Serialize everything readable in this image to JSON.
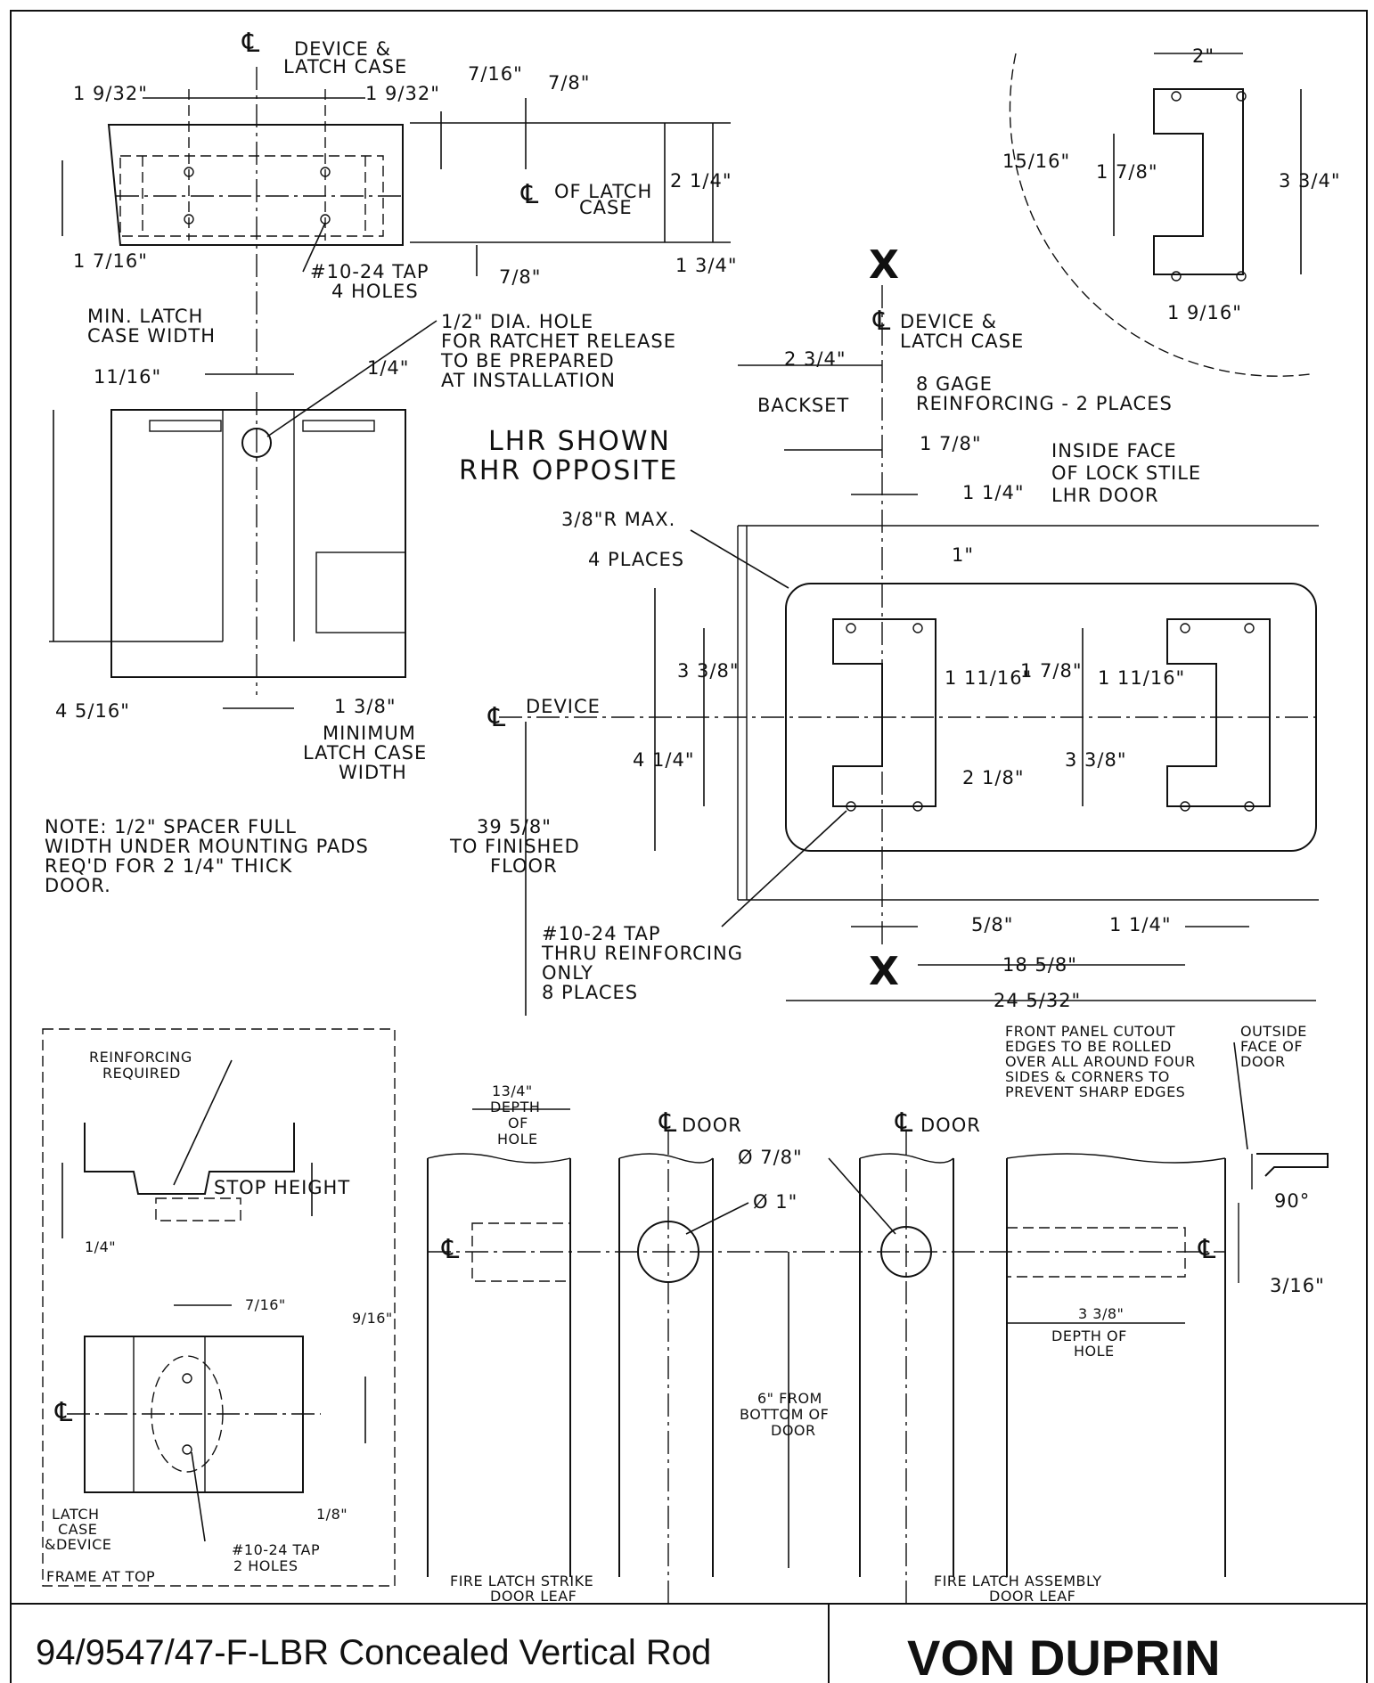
{
  "detail_top_left": {
    "cl_device_latch_case": "DEVICE &",
    "cl_device_latch_case_2": "LATCH CASE",
    "dim_1_9_32_left": "1 9/32\"",
    "dim_1_9_32_right": "1 9/32\"",
    "dim_7_16": "7/16\"",
    "dim_7_8_top": "7/8\"",
    "dim_2_1_4": "2 1/4\"",
    "cl_of_latch_case": "OF LATCH",
    "cl_of_latch_case_2": "CASE",
    "dim_1_7_16": "1 7/16\"",
    "tap_label": "#10-24 TAP",
    "tap_label_2": "4 HOLES",
    "dim_7_8_bottom": "7/8\"",
    "dim_1_3_4": "1 3/4\"",
    "min_latch_case_width": "MIN. LATCH",
    "min_latch_case_width_2": "CASE WIDTH"
  },
  "detail_mid_left": {
    "hole_note_1": "1/2\" DIA. HOLE",
    "hole_note_2": "FOR RATCHET RELEASE",
    "hole_note_3": "TO BE PREPARED",
    "hole_note_4": "AT INSTALLATION",
    "dim_11_16": "11/16\"",
    "dim_1_4": "1/4\"",
    "dim_4_5_16": "4 5/16\"",
    "dim_1_3_8": "1 3/8\"",
    "min_width_1": "MINIMUM",
    "min_width_2": "LATCH CASE",
    "min_width_3": "WIDTH",
    "note_1": "NOTE: 1/2\" SPACER FULL",
    "note_2": "WIDTH UNDER MOUNTING PADS",
    "note_3": "REQ'D FOR 2 1/4\" THICK",
    "note_4": "DOOR."
  },
  "detail_center": {
    "hand_1": "LHR SHOWN",
    "hand_2": "RHR OPPOSITE",
    "section_mark": "X",
    "cl_device_1": "DEVICE &",
    "cl_device_2": "LATCH CASE",
    "dim_2_3_4": "2 3/4\"",
    "backset": "BACKSET",
    "gage_1": "8 GAGE",
    "gage_2": "REINFORCING - 2 PLACES",
    "dim_1_7_8": "1 7/8\"",
    "dim_1_1_4_top": "1 1/4\"",
    "inside_face_1": "INSIDE FACE",
    "inside_face_2": "OF LOCK STILE",
    "inside_face_3": "LHR DOOR",
    "radius_1": "3/8\"R MAX.",
    "radius_2": "4 PLACES",
    "dim_1": "1\"",
    "dim_3_3_8_left": "3 3/8\"",
    "dim_1_11_16_a": "1 11/16\"",
    "dim_1_7_8_b": "1 7/8\"",
    "dim_1_11_16_b": "1 11/16\"",
    "cl_device_label": "DEVICE",
    "dim_4_1_4": "4 1/4\"",
    "dim_2_1_8": "2 1/8\"",
    "dim_3_3_8_right": "3 3/8\"",
    "floor_1": "39 5/8\"",
    "floor_2": "TO FINISHED",
    "floor_3": "FLOOR",
    "thru_1": "#10-24 TAP",
    "thru_2": "THRU REINFORCING",
    "thru_3": "ONLY",
    "thru_4": "8 PLACES",
    "dim_5_8": "5/8\"",
    "dim_1_1_4_bottom": "1 1/4\"",
    "dim_18_5_8": "18 5/8\"",
    "dim_24_5_32": "24 5/32\""
  },
  "detail_circle": {
    "dim_2": "2\"",
    "dim_15_16": "15/16\"",
    "dim_1_7_8": "1 7/8\"",
    "dim_3_3_4": "3 3/4\"",
    "dim_1_9_16": "1 9/16\""
  },
  "detail_bottom_left": {
    "reinforcing_1": "REINFORCING",
    "reinforcing_2": "REQUIRED",
    "stop_height": "STOP HEIGHT",
    "dim_1_4": "1/4\"",
    "dim_7_16": "7/16\"",
    "dim_9_16": "9/16\"",
    "dim_1_8": "1/8\"",
    "latch_1": "LATCH",
    "latch_2": "CASE",
    "latch_3": "&DEVICE",
    "tap_1": "#10-24 TAP",
    "tap_2": "2 HOLES",
    "frame_at_top": "FRAME AT TOP"
  },
  "detail_bottom": {
    "depth_1": "13/4\"",
    "depth_2": "DEPTH",
    "depth_3": "OF",
    "depth_4": "HOLE",
    "cl_door_1": "DOOR",
    "cl_door_2": "DOOR",
    "dia_7_8": "Ø 7/8\"",
    "dia_1": "Ø 1\"",
    "six_1": "6\" FROM",
    "six_2": "BOTTOM OF",
    "six_3": "DOOR",
    "depth_hole_dim": "3 3/8\"",
    "depth_hole_1": "DEPTH OF",
    "depth_hole_2": "HOLE",
    "strike_1": "FIRE LATCH STRIKE",
    "strike_2": "DOOR LEAF",
    "assembly_1": "FIRE LATCH ASSEMBLY",
    "assembly_2": "DOOR LEAF",
    "panel_1": "FRONT PANEL CUTOUT",
    "panel_2": "EDGES TO BE ROLLED",
    "panel_3": "OVER ALL AROUND FOUR",
    "panel_4": "SIDES & CORNERS TO",
    "panel_5": "PREVENT SHARP EDGES",
    "outside_1": "OUTSIDE",
    "outside_2": "FACE OF",
    "outside_3": "DOOR",
    "angle_90": "90°",
    "dim_3_16": "3/16\""
  },
  "title_block": {
    "title": "94/9547/47-F-LBR Concealed Vertical Rod",
    "brand": "VON DUPRIN"
  }
}
